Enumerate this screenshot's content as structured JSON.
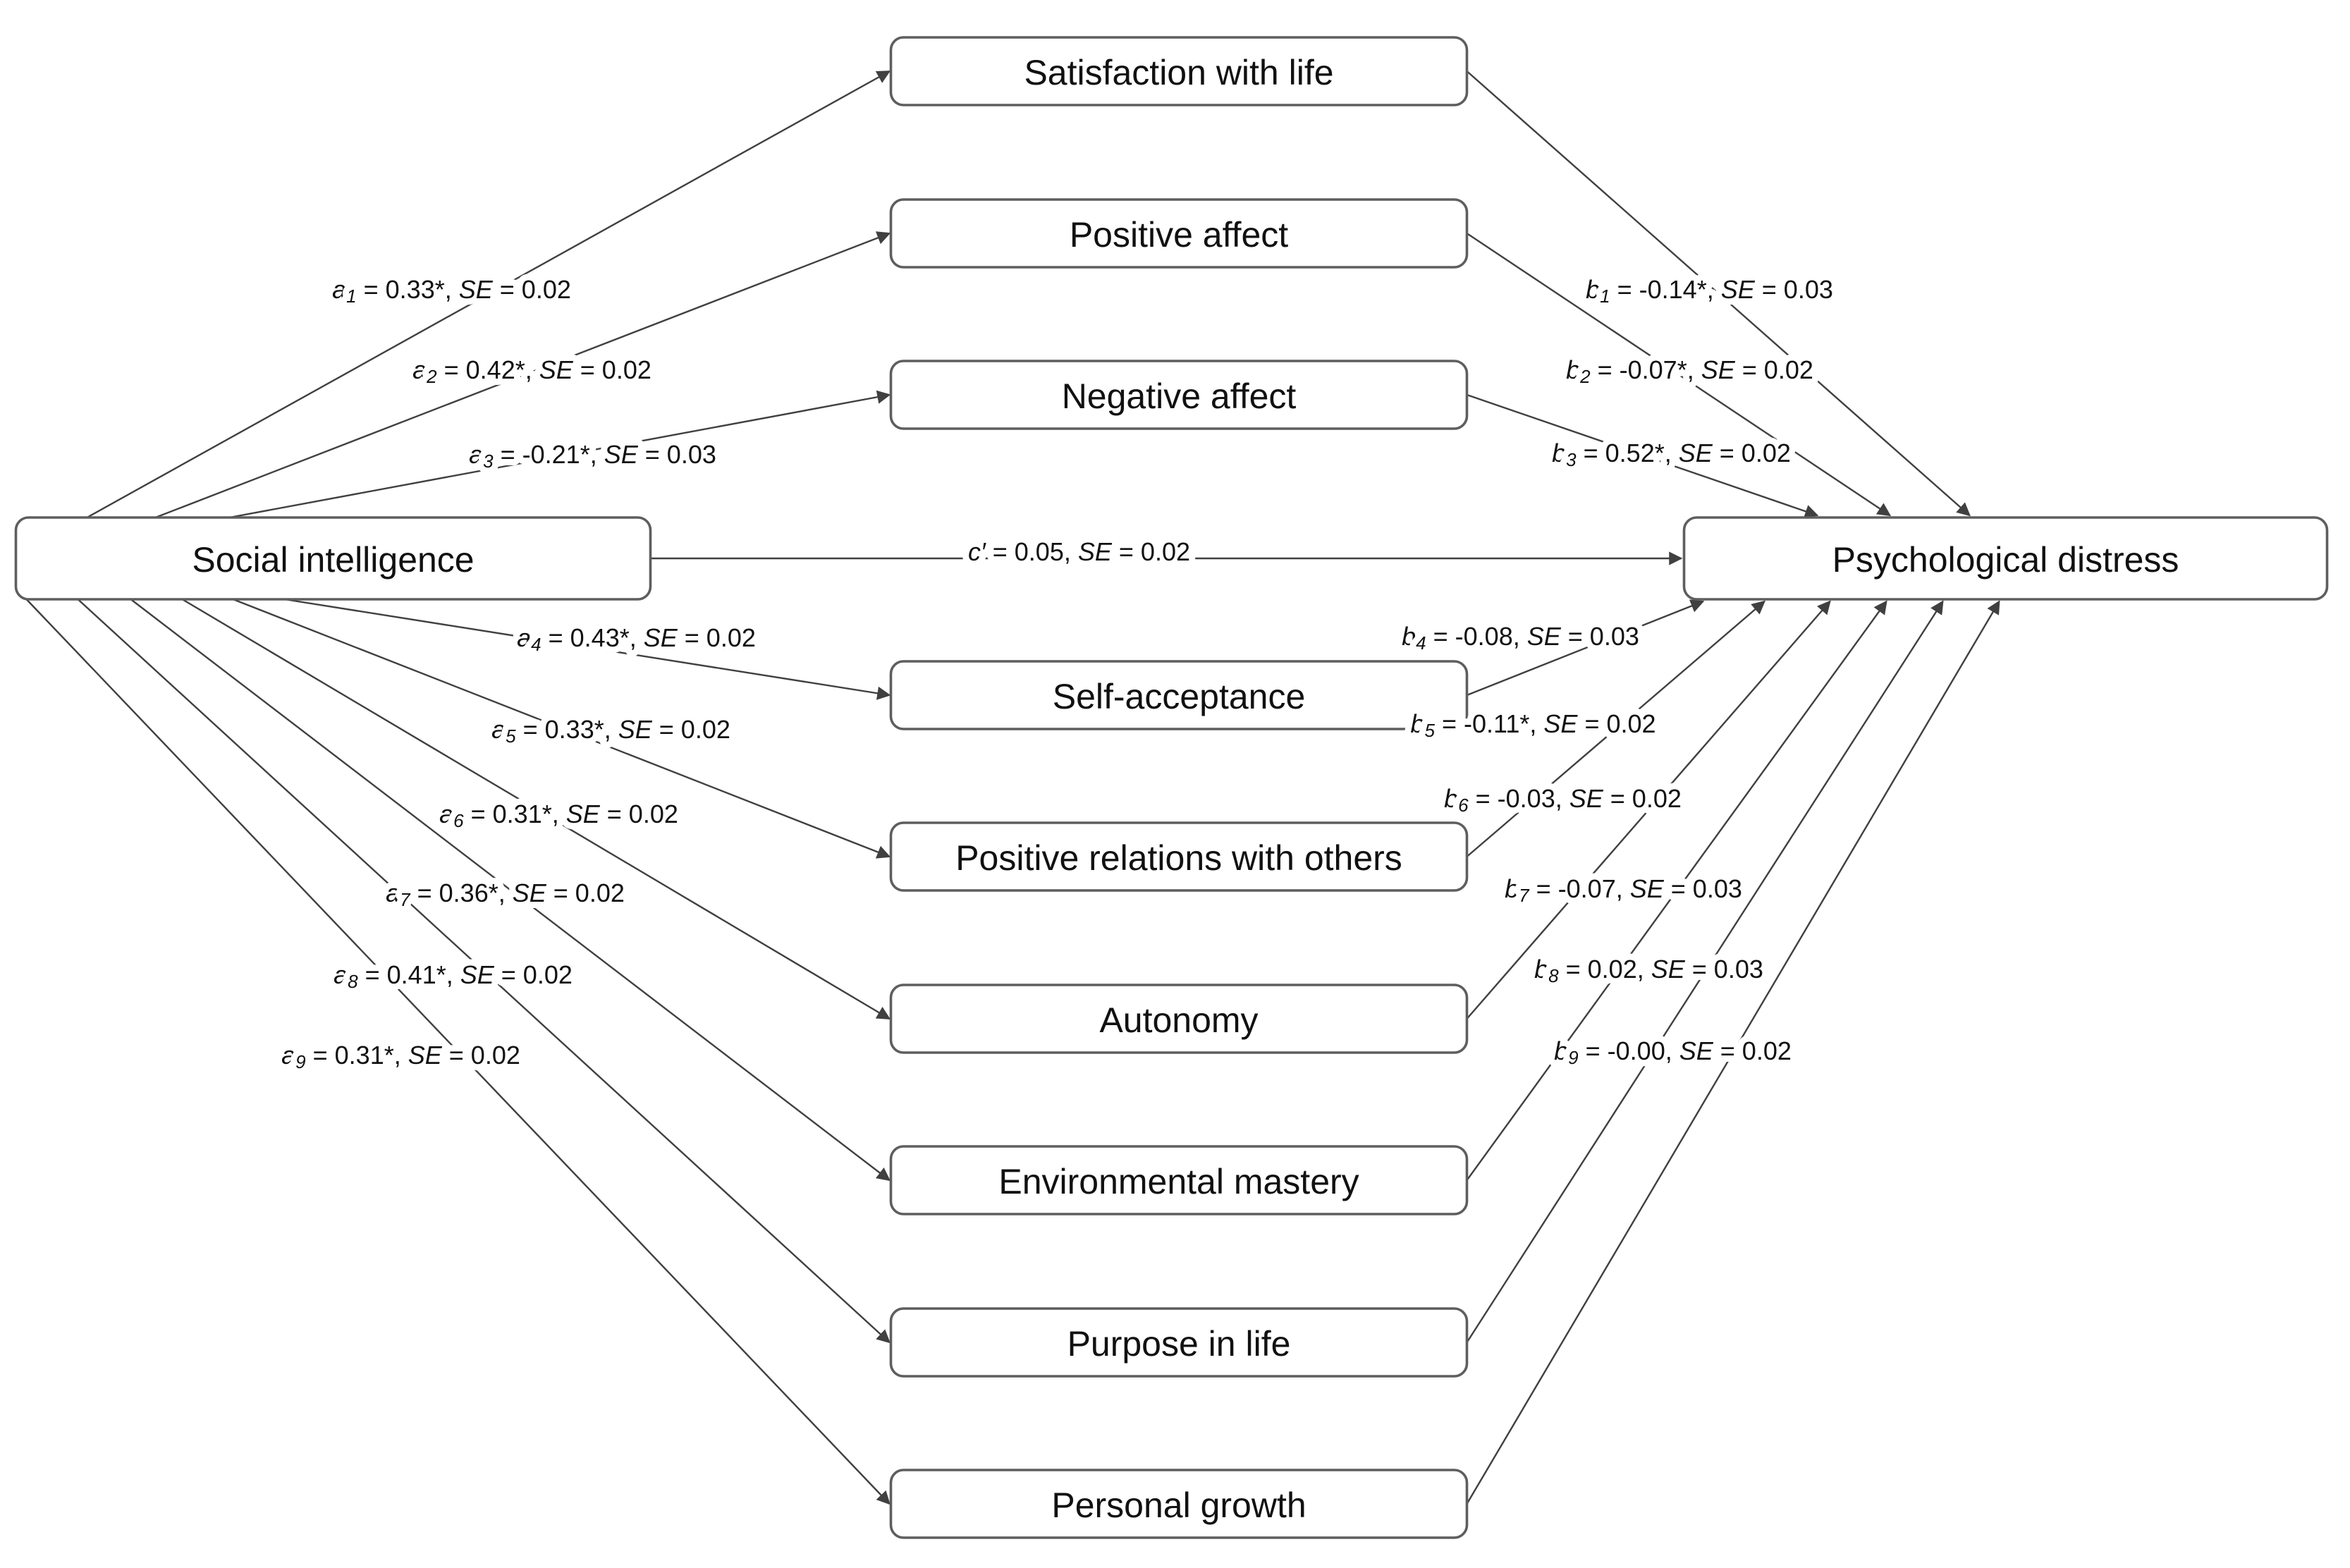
{
  "diagram": {
    "predictor": "Social intelligence",
    "outcome": "Psychological distress",
    "direct": {
      "var": "c′",
      "text": " = 0.05, ",
      "se_label": "SE",
      "se_text": " = 0.02"
    },
    "mediators": [
      {
        "name": "Satisfaction with life",
        "a": {
          "var": "a",
          "sub": "1",
          "text": " = 0.33*, ",
          "se_label": "SE",
          "se_text": " = 0.02"
        },
        "b": {
          "var": "b",
          "sub": "1",
          "text": " = -0.14*, ",
          "se_label": "SE",
          "se_text": " = 0.03"
        }
      },
      {
        "name": "Positive affect",
        "a": {
          "var": "a",
          "sub": "2",
          "text": " = 0.42*, ",
          "se_label": "SE",
          "se_text": " = 0.02"
        },
        "b": {
          "var": "b",
          "sub": "2",
          "text": " = -0.07*, ",
          "se_label": "SE",
          "se_text": " = 0.02"
        }
      },
      {
        "name": "Negative affect",
        "a": {
          "var": "a",
          "sub": "3",
          "text": " = -0.21*, ",
          "se_label": "SE",
          "se_text": " = 0.03"
        },
        "b": {
          "var": "b",
          "sub": "3",
          "text": " = 0.52*, ",
          "se_label": "SE",
          "se_text": " = 0.02"
        }
      },
      {
        "name": "Self-acceptance",
        "a": {
          "var": "a",
          "sub": "4",
          "text": " = 0.43*, ",
          "se_label": "SE",
          "se_text": " = 0.02"
        },
        "b": {
          "var": "b",
          "sub": "4",
          "text": " = -0.08, ",
          "se_label": "SE",
          "se_text": " = 0.03"
        }
      },
      {
        "name": "Positive relations with others",
        "a": {
          "var": "a",
          "sub": "5",
          "text": " = 0.33*, ",
          "se_label": "SE",
          "se_text": " = 0.02"
        },
        "b": {
          "var": "b",
          "sub": "5",
          "text": " = -0.11*, ",
          "se_label": "SE",
          "se_text": " = 0.02"
        }
      },
      {
        "name": "Autonomy",
        "a": {
          "var": "a",
          "sub": "6",
          "text": " = 0.31*, ",
          "se_label": "SE",
          "se_text": " = 0.02"
        },
        "b": {
          "var": "b",
          "sub": "6",
          "text": " = -0.03, ",
          "se_label": "SE",
          "se_text": " = 0.02"
        }
      },
      {
        "name": "Environmental mastery",
        "a": {
          "var": "a",
          "sub": "7",
          "text": " = 0.36*, ",
          "se_label": "SE",
          "se_text": " = 0.02"
        },
        "b": {
          "var": "b",
          "sub": "7",
          "text": " = -0.07, ",
          "se_label": "SE",
          "se_text": " = 0.03"
        }
      },
      {
        "name": "Purpose in life",
        "a": {
          "var": "a",
          "sub": "8",
          "text": " = 0.41*, ",
          "se_label": "SE",
          "se_text": " = 0.02"
        },
        "b": {
          "var": "b",
          "sub": "8",
          "text": " = 0.02, ",
          "se_label": "SE",
          "se_text": " = 0.03"
        }
      },
      {
        "name": "Personal growth",
        "a": {
          "var": "a",
          "sub": "9",
          "text": " = 0.31*, ",
          "se_label": "SE",
          "se_text": " = 0.02"
        },
        "b": {
          "var": "b",
          "sub": "9",
          "text": " = -0.00, ",
          "se_label": "SE",
          "se_text": " = 0.02"
        }
      }
    ],
    "colors": {
      "line": "#404040",
      "box_border": "#5e5e5e",
      "text": "#111111",
      "background": "#ffffff"
    }
  }
}
